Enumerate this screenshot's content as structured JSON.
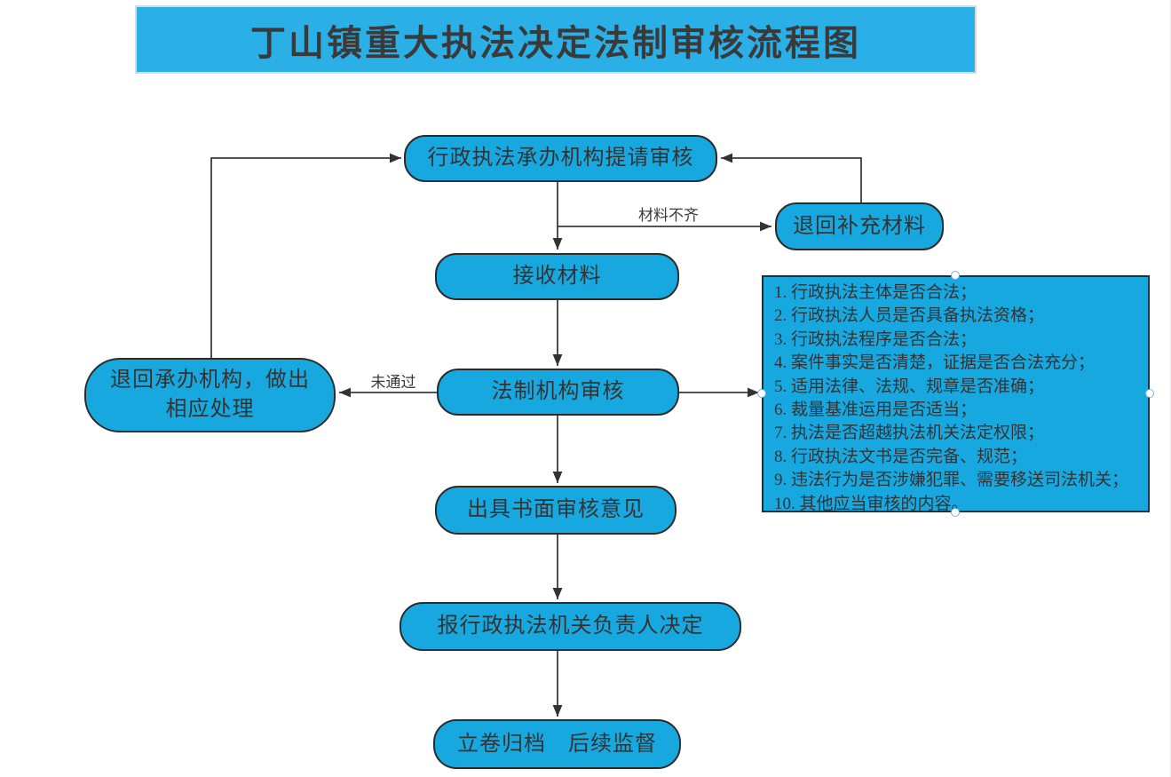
{
  "title": {
    "text": "丁山镇重大执法决定法制审核流程图"
  },
  "nodes": {
    "request_review": "行政执法承办机构提请审核",
    "return_supplement": "退回补充材料",
    "receive_materials": "接收材料",
    "legal_review": "法制机构审核",
    "return_agency_line1": "退回承办机构，做出",
    "return_agency_line2": "相应处理",
    "written_opinion": "出具书面审核意见",
    "leader_decision": "报行政执法机关负责人决定",
    "archive": "立卷归档　后续监督"
  },
  "edge_labels": {
    "materials_incomplete": "材料不齐",
    "not_passed": "未通过"
  },
  "review_points": {
    "items": [
      "1. 行政执法主体是否合法；",
      "2. 行政执法人员是否具备执法资格；",
      "3. 行政执法程序是否合法；",
      "4. 案件事实是否清楚，证据是否合法充分；",
      "5. 适用法律、法规、规章是否准确；",
      "6. 裁量基准运用是否适当；",
      "7. 执法是否超越执法机关法定权限；",
      "8. 行政执法文书是否完备、规范；",
      "9. 违法行为是否涉嫌犯罪、需要移送司法机关；",
      "10. 其他应当审核的内容。"
    ]
  },
  "colors": {
    "node_fill": "#18a8e0",
    "banner_fill": "#2aafe6",
    "shape_border": "#2b2b2b",
    "connector": "#3c3c3c",
    "handle_border": "#74b3dd"
  }
}
